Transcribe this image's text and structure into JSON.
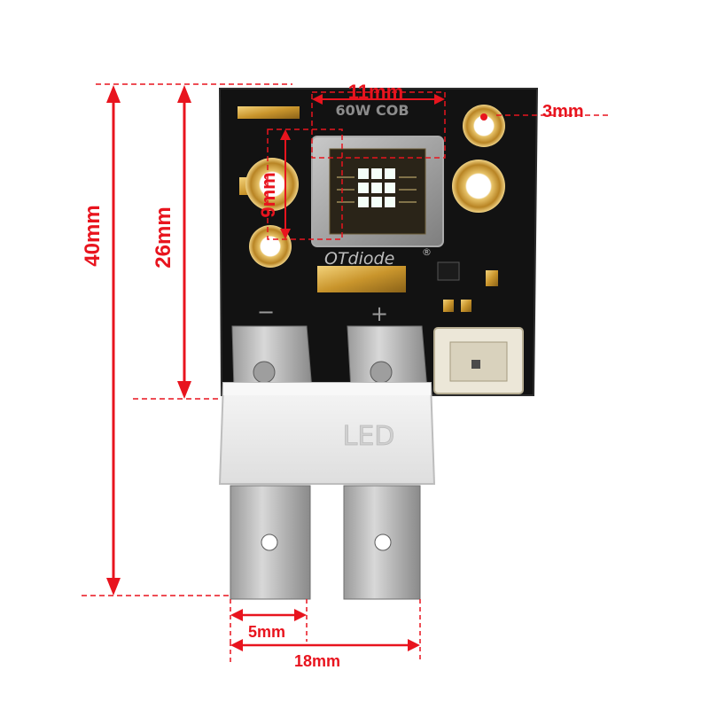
{
  "board": {
    "silk_chip": "60W COB",
    "brand": "OTdiode",
    "registered": "®",
    "minus": "−",
    "plus": "+"
  },
  "connector_block": {
    "label": "LED"
  },
  "dimensions": {
    "height_total": "40mm",
    "height_board": "26mm",
    "chip_width": "11mm",
    "chip_height": "9mm",
    "hole": "3mm",
    "tab_width": "5mm",
    "tabs_span": "18mm"
  },
  "colors": {
    "dimension": "#e8141e",
    "board": "#111111",
    "gold": "#d4a437",
    "connector": "#ececec"
  }
}
